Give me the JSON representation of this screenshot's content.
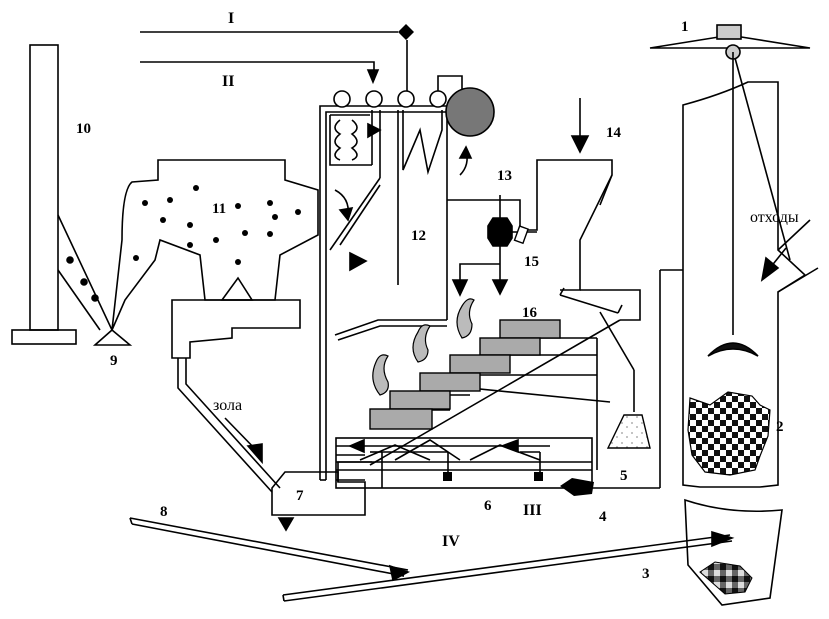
{
  "labels": {
    "n1": "1",
    "n2": "2",
    "n3": "3",
    "n4": "4",
    "n5": "5",
    "n6": "6",
    "n7": "7",
    "n8": "8",
    "n9": "9",
    "n10": "10",
    "n11": "11",
    "n12": "12",
    "n13": "13",
    "n14": "14",
    "n15": "15",
    "n16": "16",
    "r1": "I",
    "r2": "II",
    "r3": "III",
    "r4": "IV",
    "waste": "отходы",
    "ash": "зола"
  }
}
